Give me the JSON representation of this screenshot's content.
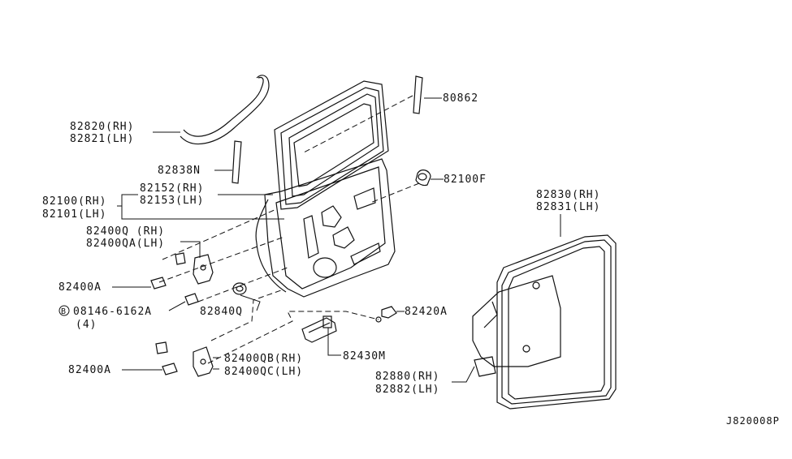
{
  "labels": {
    "hose_rh": "82820(RH)",
    "hose_lh": "82821(LH)",
    "strip": "80862",
    "weatherstrip_n": "82838N",
    "hinge_upper_rh": "82152(RH)",
    "hinge_upper_lh": "82153(LH)",
    "plug_f": "82100F",
    "door_rh": "82100(RH)",
    "door_lh": "82101(LH)",
    "hinge_q_rh": "82400Q (RH)",
    "hinge_qa_lh": "82400QA(LH)",
    "bolt_a_upper": "82400A",
    "bolt_circle": "B",
    "bolt_no": "08146-6162A",
    "bolt_qty": "(4)",
    "grommet": "82840Q",
    "hinge_qb_rh": "82400QB(RH)",
    "hinge_qc_lh": "82400QC(LH)",
    "bolt_a_lower": "82400A",
    "check_link": "82420A",
    "stopper": "82430M",
    "seal_rh": "82830(RH)",
    "seal_lh": "82831(LH)",
    "screen_rh": "82880(RH)",
    "screen_lh": "82882(LH)",
    "diagram_code": "J820008P"
  }
}
